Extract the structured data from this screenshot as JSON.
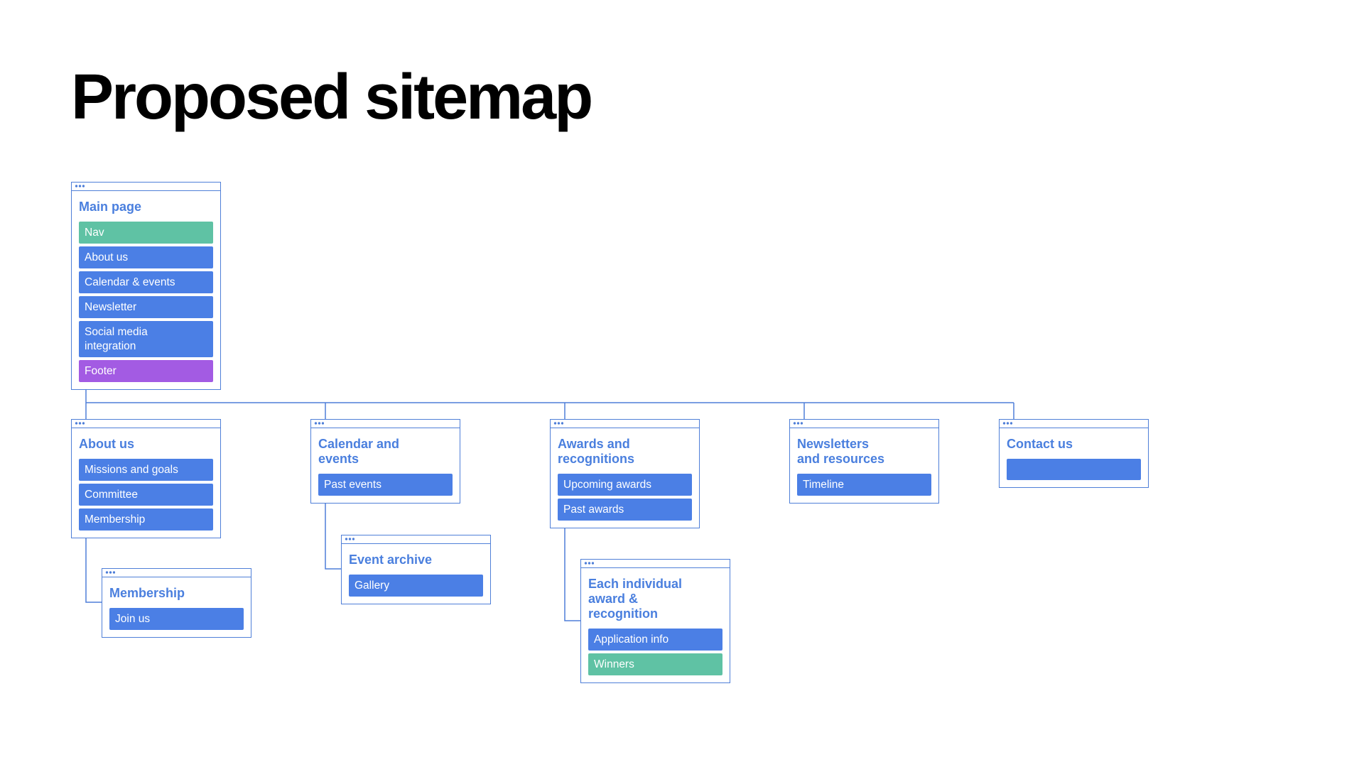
{
  "title": "Proposed sitemap",
  "colors": {
    "heading": "#4a7fde",
    "border": "#4f7fd8",
    "item_blue": "#4b7fe5",
    "item_green": "#5fc2a4",
    "item_purple": "#a35be3"
  },
  "main_page": {
    "title": "Main page",
    "items": [
      "Nav",
      "About us",
      "Calendar & events",
      "Newsletter",
      "Social media\nintegration",
      "Footer"
    ]
  },
  "about_us": {
    "title": "About us",
    "items": [
      "Missions and goals",
      "Committee",
      "Membership"
    ]
  },
  "membership": {
    "title": "Membership",
    "items": [
      "Join us"
    ]
  },
  "calendar": {
    "title": "Calendar and\nevents",
    "items": [
      "Past events"
    ]
  },
  "event_archive": {
    "title": "Event archive",
    "items": [
      "Gallery"
    ]
  },
  "awards": {
    "title": "Awards and\nrecognitions",
    "items": [
      "Upcoming awards",
      "Past awards"
    ]
  },
  "each_award": {
    "title": "Each individual\naward &\nrecognition",
    "items": [
      "Application info",
      "Winners"
    ]
  },
  "newsletters": {
    "title": "Newsletters\nand resources",
    "items": [
      "Timeline"
    ]
  },
  "contact": {
    "title": "Contact us",
    "items": [
      ""
    ]
  }
}
